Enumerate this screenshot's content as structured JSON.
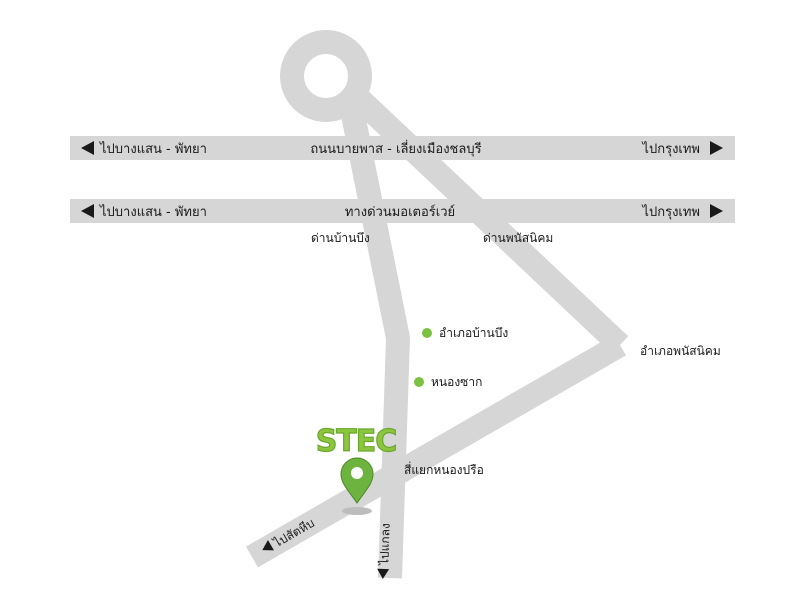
{
  "highways": [
    {
      "left_label": "ไปบางแสน - พัทยา",
      "center_label": "ถนนบายพาส - เลี่ยงเมืองชลบุรี",
      "right_label": "ไปกรุงเทพ"
    },
    {
      "left_label": "ไปบางแสน - พัทยา",
      "center_label": "ทางด่วนมอเตอร์เวย์",
      "right_label": "ไปกรุงเทพ"
    }
  ],
  "labels": {
    "exit_ban_bueng": "ด่านบ้านบึง",
    "exit_phanat_nikhom": "ด่านพนัสนิคม",
    "district_ban_bueng": "อำเภอบ้านบึง",
    "district_phanat_nikhom": "อำเภอพนัสนิคม",
    "nong_sak": "หนองซาก",
    "intersection": "สี่แยกหนองปรือ",
    "to_sattahip": "ไปสัตหีบ",
    "to_klaeng": "ไปแกลง"
  },
  "logo": {
    "text": "STEC",
    "color": "#8cc63f"
  },
  "colors": {
    "road": "#d6d6d6",
    "marker": "#6cb33f",
    "marker_dark": "#4a8a23",
    "text": "#1a1a1a"
  },
  "icons": [
    "arrow-left-icon",
    "arrow-right-icon",
    "arrow-down-icon",
    "location-pin-icon",
    "dot-icon"
  ]
}
